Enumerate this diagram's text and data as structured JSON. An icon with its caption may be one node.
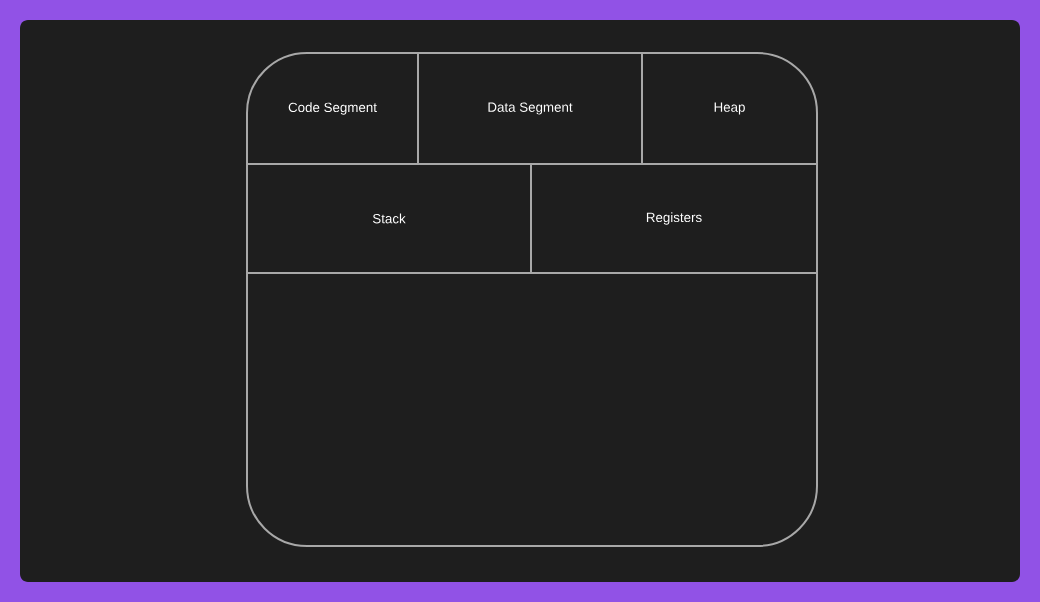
{
  "diagram": {
    "nodes": [
      {
        "text": [],
        "shape": "box"
      },
      {
        "text": [
          "Code Segment"
        ],
        "in": 0
      },
      {
        "text": [
          "Data Segment"
        ],
        "in": 0
      },
      {
        "text": [
          "Heap"
        ],
        "in": 0
      },
      {
        "text": [
          "Stack"
        ],
        "in": 0
      },
      {
        "text": [
          "Registers"
        ],
        "in": 0
      }
    ]
  }
}
